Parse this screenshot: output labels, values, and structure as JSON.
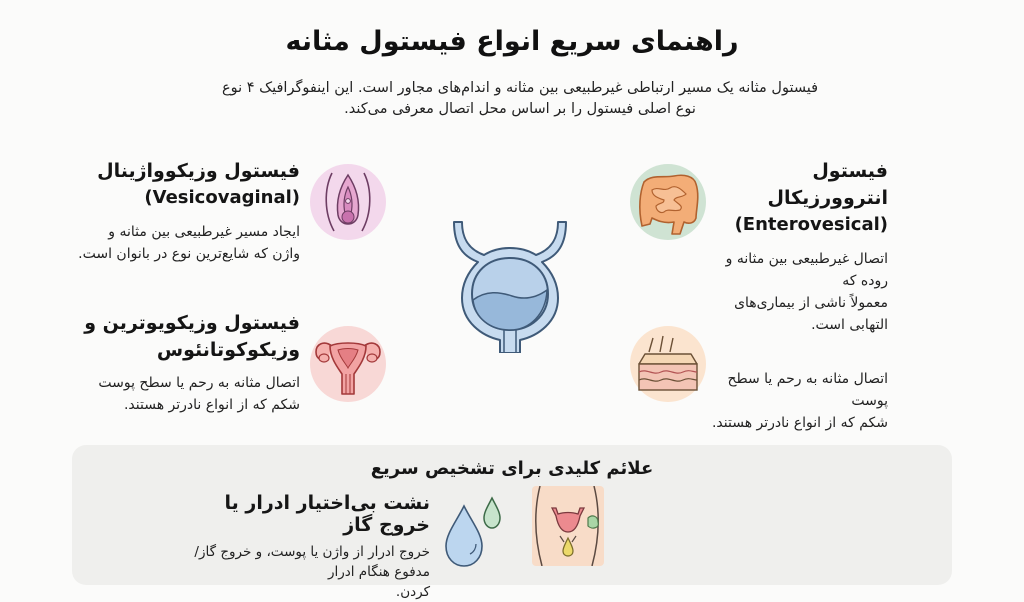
{
  "header": {
    "title": "راهنمای سریع انواع فیستول مثانه",
    "intro_line1": "فیستول مثانه یک مسیر ارتباطی غیرطبیعی بین مثانه و اندام‌های مجاور است. این اینفوگرافیک ۴ نوع",
    "intro_line2": "نوع اصلی فیستول را بر اساس محل اتصال معرفی می‌کند."
  },
  "center": {
    "icon": "bladder-icon",
    "colors": {
      "outline": "#3f5a78",
      "fill": "#bcd3ea",
      "urine": "#9dbbdb"
    }
  },
  "types": [
    {
      "id": "enterovesical",
      "title": "فیستول انتروورزیکال",
      "subtitle": "(Enterovesical)",
      "description_line1": "اتصال غیرطبیعی بین مثانه و روده که",
      "description_line2": "معمولاً ناشی از بیماری‌های التهابی است.",
      "icon": "intestine-icon",
      "circle_color": "#cfe3d3"
    },
    {
      "id": "vesicovaginal",
      "title": "فیستول وزیکوواژینال",
      "subtitle": "(Vesicovaginal)",
      "description_line1": "ایجاد مسیر غیرطبیعی بین مثانه و",
      "description_line2": "واژن که شایع‌ترین نوع در بانوان است.",
      "icon": "vulva-icon",
      "circle_color": "#f3d8ec"
    },
    {
      "id": "vesicouterine",
      "title_line1": "فیستول وزیکویوترین و",
      "title_line2": "وزیکوکوتانئوس",
      "description_line1": "اتصال مثانه به رحم یا سطح پوست",
      "description_line2": "شکم که از انواع نادرتر هستند.",
      "icon": "uterus-icon",
      "circle_color": "#f8d8d6"
    },
    {
      "id": "vesicocutaneous",
      "description_line1": "اتصال مثانه به رحم یا سطح پوست",
      "description_line2": "شکم که از انواع نادرتر هستند.",
      "icon": "skin-layers-icon",
      "circle_color": "#fbe4cf"
    }
  ],
  "symptoms": {
    "title": "علائم کلیدی برای تشخیص سریع",
    "items": [
      {
        "title": "نشت بی‌اختیار ادرار یا خروج گاز",
        "description_line1": "خروج ادرار از واژن یا پوست، و خروج گاز/مدفوع هنگام ادرار",
        "description_line2": "کردن.",
        "icons": [
          "water-drops-icon",
          "pelvis-leak-icon"
        ]
      }
    ]
  }
}
